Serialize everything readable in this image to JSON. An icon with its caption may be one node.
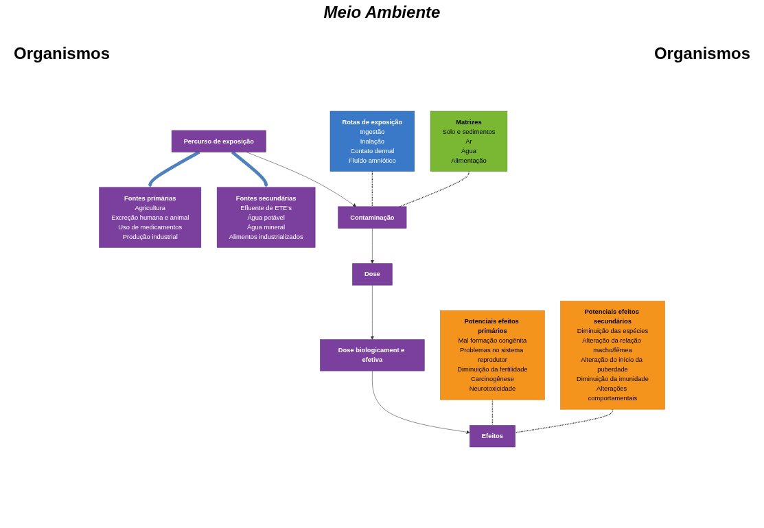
{
  "diagram": {
    "title": "Meio Ambiente",
    "nodes": [
      {
        "text": [
          "Fontes primárias",
          "Agricultura",
          "Excreção humana e animal",
          "Uso de medicamentos",
          "Produção industrial"
        ]
      },
      {
        "text": [
          "Fontes secundárias",
          "Efluente de ETE’s",
          "Água potável",
          "Água mineral",
          "Alimentos industrializados"
        ]
      },
      {
        "text": [
          "Rotas de exposição",
          "Ingestão",
          "Inalação",
          "Contato dermal",
          "Fluído amniótico"
        ]
      },
      {
        "text": [
          "Percurso de exposição"
        ]
      },
      {
        "text": [
          "Matrizes",
          "Solo e sedimentos",
          "Ar",
          "Água",
          "Alimentação"
        ]
      },
      {
        "text": [
          "Contaminação"
        ]
      },
      {
        "text": [
          "Potenciais efeitos primários",
          "Mal formação congênita",
          "Problemas no sistema reprodutor",
          "Diminuição da fertilidade",
          "Carcinogênese",
          "Neurotoxicidade"
        ]
      },
      {
        "text": [
          "Dose"
        ]
      },
      {
        "text": [
          "Potenciais efeitos secundários",
          "Diminuição das espécies",
          "Alteração da relação macho/fêmea",
          "Alteração do início da puberdade",
          "Diminuição da imunidade",
          "Alterações comportamentais"
        ]
      },
      {
        "text": [
          "Dose biologicament e efetiva"
        ]
      },
      {
        "text": [
          "Efeitos"
        ]
      }
    ],
    "edges": [
      {
        "from": 3,
        "to": 0,
        "arrow": "to",
        "style": "thick",
        "color": "#4f81bd"
      },
      {
        "from": 3,
        "to": 1,
        "arrow": "to",
        "style": "thick",
        "color": "#4f81bd"
      },
      {
        "from": 3,
        "to": 5,
        "arrow": "to"
      },
      {
        "from": 2,
        "to": 5,
        "arrow": "none",
        "style": "dashed"
      },
      {
        "from": 4,
        "to": 5,
        "arrow": "none",
        "style": "dashed"
      },
      {
        "from": 5,
        "to": 7,
        "arrow": "to"
      },
      {
        "from": 7,
        "to": 9,
        "arrow": "to"
      },
      {
        "from": 9,
        "to": 10,
        "arrow": "to"
      },
      {
        "from": 6,
        "to": 10,
        "arrow": "none",
        "style": "dashed"
      },
      {
        "from": 8,
        "to": 10,
        "arrow": "none",
        "style": "dashed"
      }
    ],
    "labels": [
      "Organismos",
      "Organismos"
    ]
  }
}
